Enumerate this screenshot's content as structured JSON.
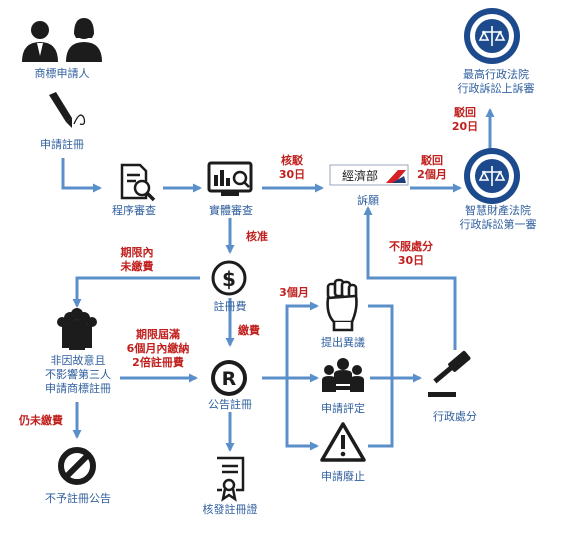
{
  "nodes": {
    "applicant": "商標申請人",
    "apply": "申請註冊",
    "procedure_review": "程序審查",
    "substantive_review": "實體審查",
    "moea_logo_text": "經濟部",
    "appeal": "訴願",
    "ipc_court": [
      "智慧財產法院",
      "行政訴訟第一審"
    ],
    "supreme_court": [
      "最高行政法院",
      "行政訴訟上訴審"
    ],
    "registration_fee": "註冊費",
    "unintentional": [
      "非因故意且",
      "不影響第三人",
      "申請商標註冊"
    ],
    "announce": "公告註冊",
    "no_announce": "不予註冊公告",
    "certificate": "核發註冊證",
    "opposition": "提出異議",
    "invalidation": "申請評定",
    "revocation": "申請廢止",
    "admin_action": "行政處分"
  },
  "labels": {
    "reject_30": [
      "核駁",
      "30日"
    ],
    "dismiss_2m": [
      "駁回",
      "2個月"
    ],
    "dismiss_20": [
      "駁回",
      "20日"
    ],
    "approve": "核准",
    "unpaid_deadline": [
      "期限內",
      "未繳費"
    ],
    "pay_fee": "繳費",
    "pay_double": [
      "期限屆滿",
      "6個月內繳納",
      "2倍註冊費"
    ],
    "still_unpaid": "仍未繳費",
    "three_months": "3個月",
    "dissatisfied": [
      "不服處分",
      "30日"
    ]
  },
  "colors": {
    "arrow": "#5b8fc9",
    "text": "#2f5f9e",
    "label": "#c0201e",
    "icon": "#1c1c1c"
  },
  "icons": [
    "person-icon",
    "pen-icon",
    "document-search-icon",
    "monitor-search-icon",
    "ministry-logo-icon",
    "court-seal-icon",
    "dollar-circle-icon",
    "team-icon",
    "prohibited-icon",
    "registered-icon",
    "certificate-icon",
    "fist-icon",
    "meeting-icon",
    "warning-icon",
    "gavel-icon"
  ]
}
